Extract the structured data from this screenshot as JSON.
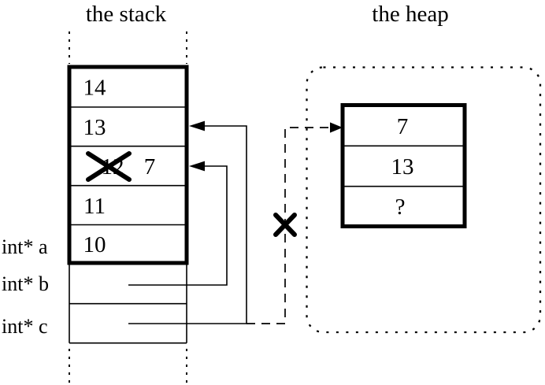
{
  "stack": {
    "title": "the stack",
    "rows": [
      {
        "value": "14"
      },
      {
        "value": "13"
      },
      {
        "value": "12",
        "crossed_out": true,
        "new_value": "7"
      },
      {
        "value": "11"
      },
      {
        "value": "10"
      }
    ],
    "labels": [
      {
        "text": "int* a"
      },
      {
        "text": "int* b"
      },
      {
        "text": "int* c"
      }
    ]
  },
  "heap": {
    "title": "the heap",
    "rows": [
      {
        "value": "7"
      },
      {
        "value": "13"
      },
      {
        "value": "?"
      }
    ]
  },
  "colors": {
    "ink": "#000000",
    "background": "#ffffff"
  }
}
